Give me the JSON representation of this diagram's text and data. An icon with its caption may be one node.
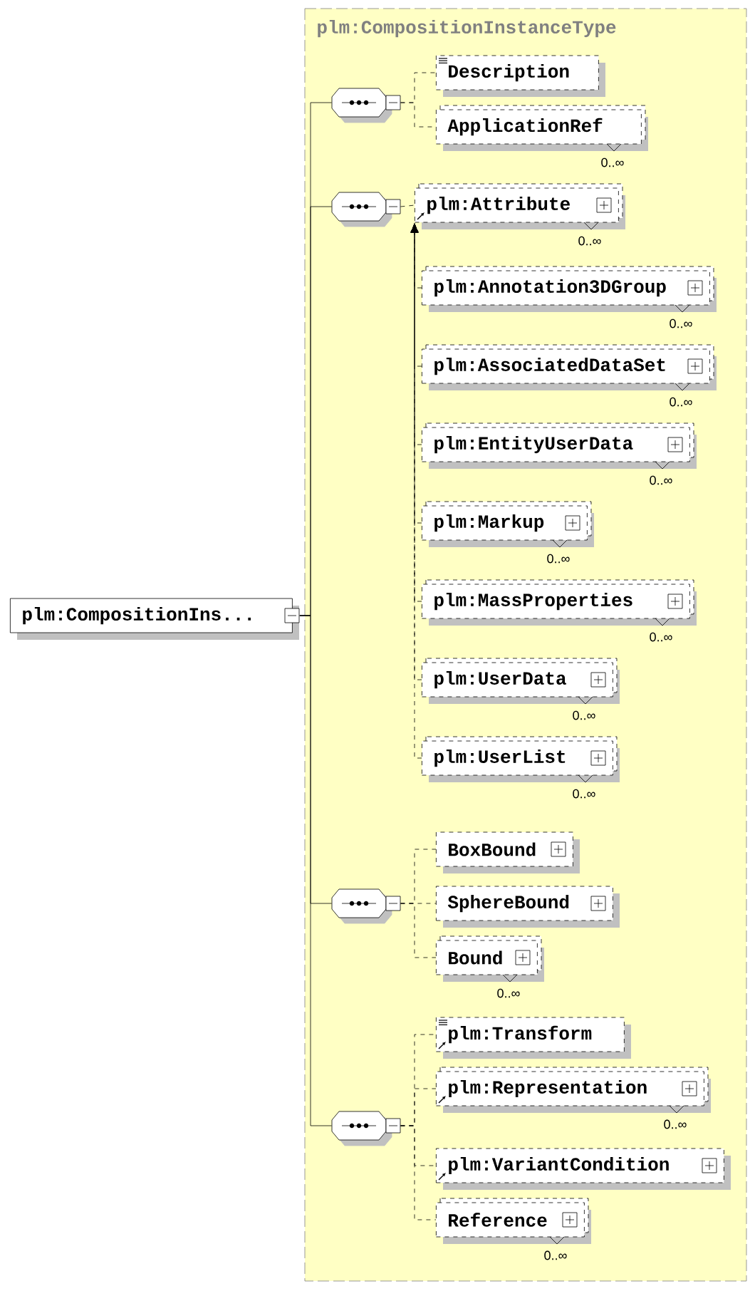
{
  "diagram": {
    "nodes": [
      {
        "text": [
          "plm:CompositionIns..."
        ]
      },
      {
        "text": [
          "plm:CompositionInstanceType"
        ]
      },
      {
        "text": [],
        "shape": "octagon",
        "in": 1
      },
      {
        "text": [
          "Description"
        ],
        "in": 1
      },
      {
        "text": [
          "ApplicationRef"
        ],
        "beside": [
          "0..∞"
        ],
        "in": 1
      },
      {
        "text": [],
        "shape": "octagon",
        "in": 1
      },
      {
        "text": [
          "plm:Attribute"
        ],
        "beside": [
          "0..∞"
        ],
        "in": 1
      },
      {
        "text": [
          "plm:Annotation3DGroup"
        ],
        "beside": [
          "0..∞"
        ],
        "in": 1
      },
      {
        "text": [
          "plm:AssociatedDataSet"
        ],
        "beside": [
          "0..∞"
        ],
        "in": 1
      },
      {
        "text": [
          "plm:EntityUserData"
        ],
        "beside": [
          "0..∞"
        ],
        "in": 1
      },
      {
        "text": [
          "plm:Markup"
        ],
        "beside": [
          "0..∞"
        ],
        "in": 1
      },
      {
        "text": [
          "plm:MassProperties"
        ],
        "beside": [
          "0..∞"
        ],
        "in": 1
      },
      {
        "text": [
          "plm:UserData"
        ],
        "beside": [
          "0..∞"
        ],
        "in": 1
      },
      {
        "text": [
          "plm:UserList"
        ],
        "beside": [
          "0..∞"
        ],
        "in": 1
      },
      {
        "text": [],
        "shape": "octagon",
        "in": 1
      },
      {
        "text": [
          "BoxBound"
        ],
        "in": 1
      },
      {
        "text": [
          "SphereBound"
        ],
        "in": 1
      },
      {
        "text": [
          "Bound"
        ],
        "beside": [
          "0..∞"
        ],
        "in": 1
      },
      {
        "text": [],
        "shape": "octagon",
        "in": 1
      },
      {
        "text": [
          "plm:Transform"
        ],
        "in": 1
      },
      {
        "text": [
          "plm:Representation"
        ],
        "beside": [
          "0..∞"
        ],
        "in": 1
      },
      {
        "text": [
          "plm:VariantCondition"
        ],
        "in": 1
      },
      {
        "text": [
          "Reference"
        ],
        "beside": [
          "0..∞"
        ],
        "in": 1
      }
    ],
    "edges": [
      {
        "from": 0,
        "to": 2,
        "arrow": "none"
      },
      {
        "from": 0,
        "to": 5,
        "arrow": "none"
      },
      {
        "from": 0,
        "to": 14,
        "arrow": "none"
      },
      {
        "from": 0,
        "to": 18,
        "arrow": "none"
      },
      {
        "from": 2,
        "to": 3,
        "arrow": "none",
        "style": "dashed"
      },
      {
        "from": 2,
        "to": 4,
        "arrow": "none",
        "style": "dashed"
      },
      {
        "from": 5,
        "to": 6,
        "arrow": "none",
        "style": "dashed"
      },
      {
        "from": 7,
        "to": 6,
        "arrow": "to",
        "style": "dashed"
      },
      {
        "from": 8,
        "to": 6,
        "arrow": "to",
        "style": "dashed"
      },
      {
        "from": 9,
        "to": 6,
        "arrow": "to",
        "style": "dashed"
      },
      {
        "from": 10,
        "to": 6,
        "arrow": "to",
        "style": "dashed"
      },
      {
        "from": 11,
        "to": 6,
        "arrow": "to",
        "style": "dashed"
      },
      {
        "from": 12,
        "to": 6,
        "arrow": "to",
        "style": "dashed"
      },
      {
        "from": 13,
        "to": 6,
        "arrow": "to",
        "style": "dashed"
      },
      {
        "from": 14,
        "to": 15,
        "arrow": "none",
        "style": "dashed"
      },
      {
        "from": 14,
        "to": 16,
        "arrow": "none",
        "style": "dashed"
      },
      {
        "from": 14,
        "to": 17,
        "arrow": "none",
        "style": "dashed"
      },
      {
        "from": 18,
        "to": 19,
        "arrow": "none",
        "style": "dashed"
      },
      {
        "from": 18,
        "to": 20,
        "arrow": "none",
        "style": "dashed"
      },
      {
        "from": 18,
        "to": 21,
        "arrow": "none",
        "style": "dashed"
      },
      {
        "from": 18,
        "to": 22,
        "arrow": "none",
        "style": "dashed"
      }
    ]
  }
}
